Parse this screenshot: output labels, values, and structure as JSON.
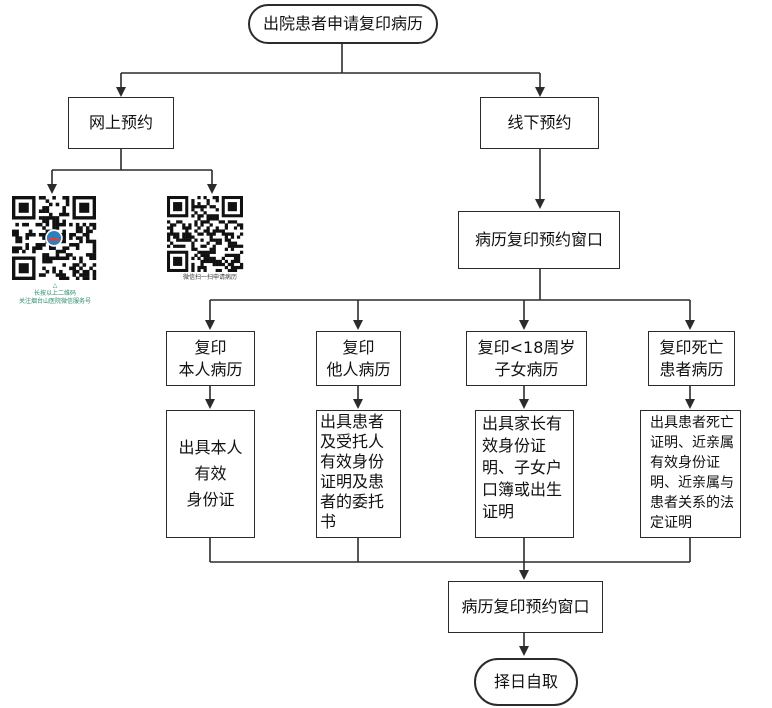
{
  "start": "出院患者申请复印病历",
  "online": "网上预约",
  "offline": "线下预约",
  "window_top": "病历复印预约窗口",
  "categories": [
    {
      "title": "复印\n本人病历",
      "requirement": "出具本人\n有效\n身份证"
    },
    {
      "title": "复印\n他人病历",
      "requirement": "出具患者\n及受托人\n有效身份\n证明及患\n者的委托\n书"
    },
    {
      "title": "复印<18周岁\n子女病历",
      "requirement": "出具家长有\n效身份证\n明、子女户\n口簿或出生\n证明"
    },
    {
      "title": "复印死亡\n患者病历",
      "requirement": "出具患者死亡\n证明、近亲属\n有效身份证\n明、近亲属与\n患者关系的法\n定证明"
    }
  ],
  "window_bottom": "病历复印预约窗口",
  "end": "择日自取",
  "qr_left": {
    "caption_symbol": "△",
    "caption": "长按以上二维码\n关注烟台山医院微信服务号"
  },
  "qr_right": {
    "caption": "微信扫一扫申请病历"
  }
}
